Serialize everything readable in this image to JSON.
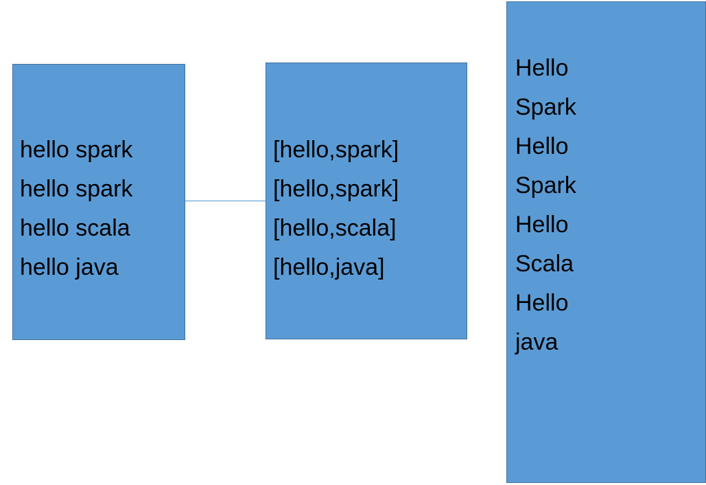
{
  "colors": {
    "box_fill": "#5B9BD5",
    "box_border": "#41719C",
    "connector": "#4D93CC",
    "text": "#000000",
    "background": "#FFFFFF"
  },
  "boxes": {
    "input": {
      "name": "input-lines",
      "lines": [
        "hello spark",
        "hello spark",
        "hello scala",
        "hello java"
      ]
    },
    "tokens": {
      "name": "tokenized-lines",
      "lines": [
        "[hello,spark]",
        "[hello,spark]",
        "[hello,scala]",
        "[hello,java]"
      ]
    },
    "output": {
      "name": "flattened-words",
      "lines": [
        "Hello",
        "Spark",
        "Hello",
        "Spark",
        "Hello",
        "Scala",
        "Hello",
        "java"
      ]
    }
  },
  "connector": {
    "name": "connector-line",
    "label": ""
  }
}
